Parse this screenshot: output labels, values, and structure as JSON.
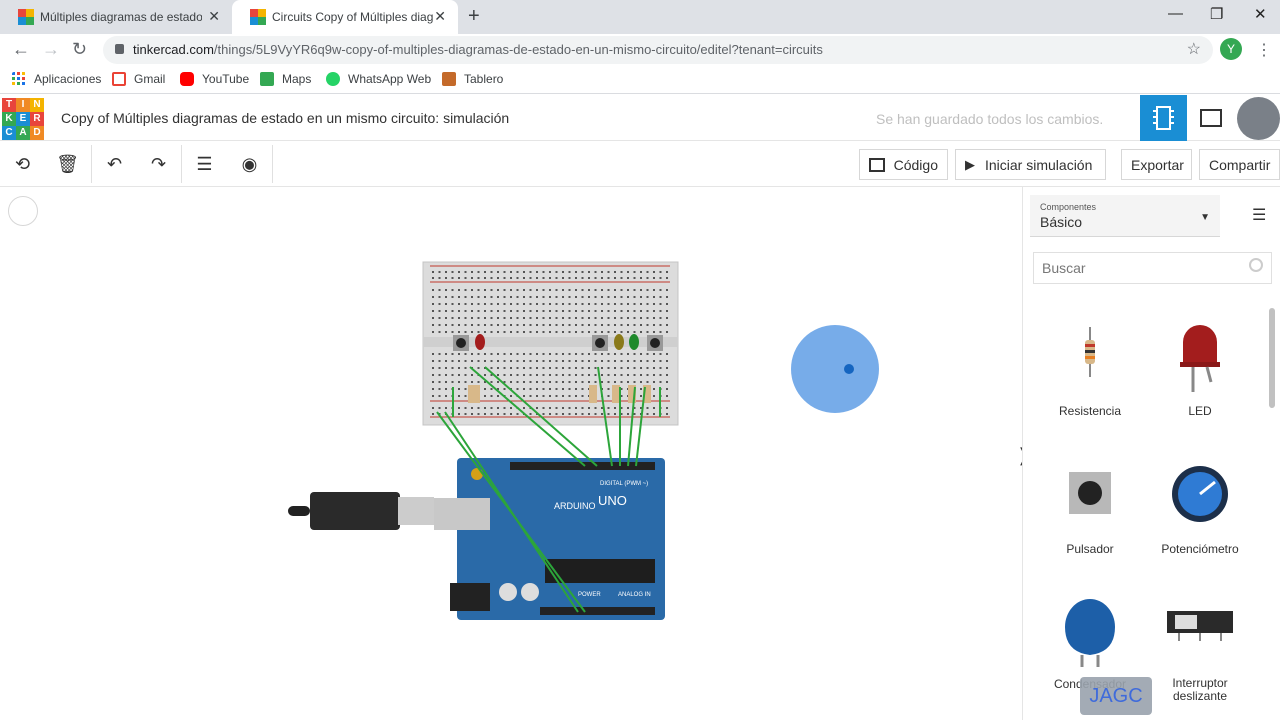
{
  "browser": {
    "tabs": [
      {
        "title": "Múltiples diagramas de estado e",
        "active": false
      },
      {
        "title": "Circuits Copy of Múltiples diagra",
        "active": true
      }
    ],
    "url_host": "tinkercad.com",
    "url_path": "/things/5L9VyYR6q9w-copy-of-multiples-diagramas-de-estado-en-un-mismo-circuito/editel?tenant=circuits",
    "profile_initial": "Y",
    "bookmarks": [
      "Aplicaciones",
      "Gmail",
      "YouTube",
      "Maps",
      "WhatsApp Web",
      "Tablero"
    ]
  },
  "app": {
    "logo_letters": [
      "T",
      "I",
      "N",
      "K",
      "E",
      "R",
      "C",
      "A",
      "D"
    ],
    "title": "Copy of Múltiples diagramas de estado en un mismo circuito: simulación",
    "save_status": "Se han guardado todos los cambios."
  },
  "toolbar": {
    "code_label": "Código",
    "simulate_label": "Iniciar simulación",
    "export_label": "Exportar",
    "share_label": "Compartir"
  },
  "board": {
    "brand": "ARDUINO",
    "model": "UNO",
    "digital_label": "DIGITAL (PWM ~)",
    "power_label": "POWER",
    "analog_label": "ANALOG IN"
  },
  "sidebar": {
    "components_small": "Componentes",
    "components_value": "Básico",
    "search_placeholder": "Buscar",
    "components": [
      "Resistencia",
      "LED",
      "Pulsador",
      "Potenciómetro",
      "Condensador",
      "Interruptor deslizante"
    ]
  },
  "watermark": "JAGC",
  "colors": {
    "accent": "#1a8ed4",
    "wire": "#2ca53a",
    "board": "#2a6aa8"
  }
}
